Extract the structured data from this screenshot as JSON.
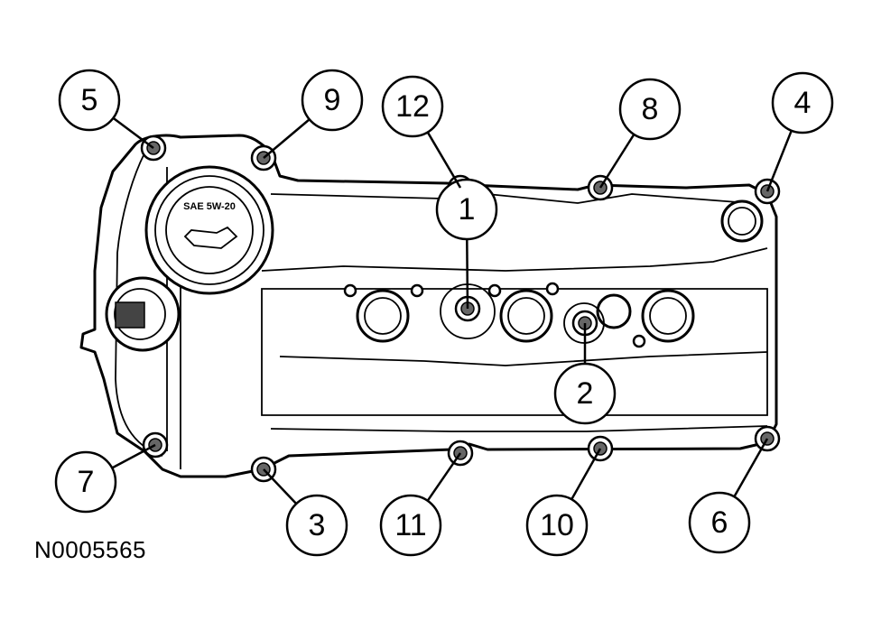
{
  "figure_id": "N0005565",
  "cap_text": "SAE 5W-20",
  "callouts": [
    {
      "label": "1"
    },
    {
      "label": "2"
    },
    {
      "label": "3"
    },
    {
      "label": "4"
    },
    {
      "label": "5"
    },
    {
      "label": "6"
    },
    {
      "label": "7"
    },
    {
      "label": "8"
    },
    {
      "label": "9"
    },
    {
      "label": "10"
    },
    {
      "label": "11"
    },
    {
      "label": "12"
    }
  ]
}
